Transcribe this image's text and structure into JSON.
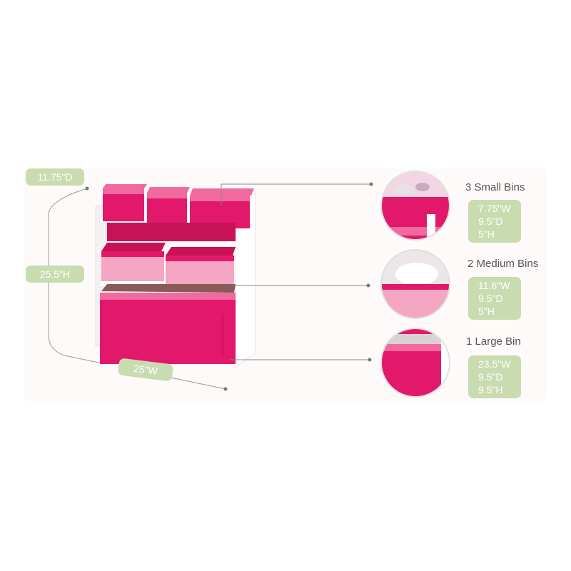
{
  "colors": {
    "pill_bg": "#c9dcb0",
    "pill_fg": "#ffffff",
    "bin_pink": "#e2186a",
    "bin_pink_dark": "#c81258",
    "bin_light_pink": "#f4a6c2",
    "frame_white": "#ffffff",
    "line_gray": "#9a9a9a",
    "text_gray": "#555555"
  },
  "dimensions": {
    "depth": "11.75\"D",
    "height": "25.5\"H",
    "width": "25\"W"
  },
  "specs": {
    "small": {
      "title": "3 Small Bins",
      "values": [
        "7.75\"W",
        "9.5\"D",
        "5\"H"
      ]
    },
    "medium": {
      "title": "2 Medium Bins",
      "values": [
        "11.6\"W",
        "9.5\"D",
        "5\"H"
      ]
    },
    "large": {
      "title": "1 Large Bin",
      "values": [
        "23.5\"W",
        "9.5\"D",
        "9.5\"H"
      ]
    }
  }
}
